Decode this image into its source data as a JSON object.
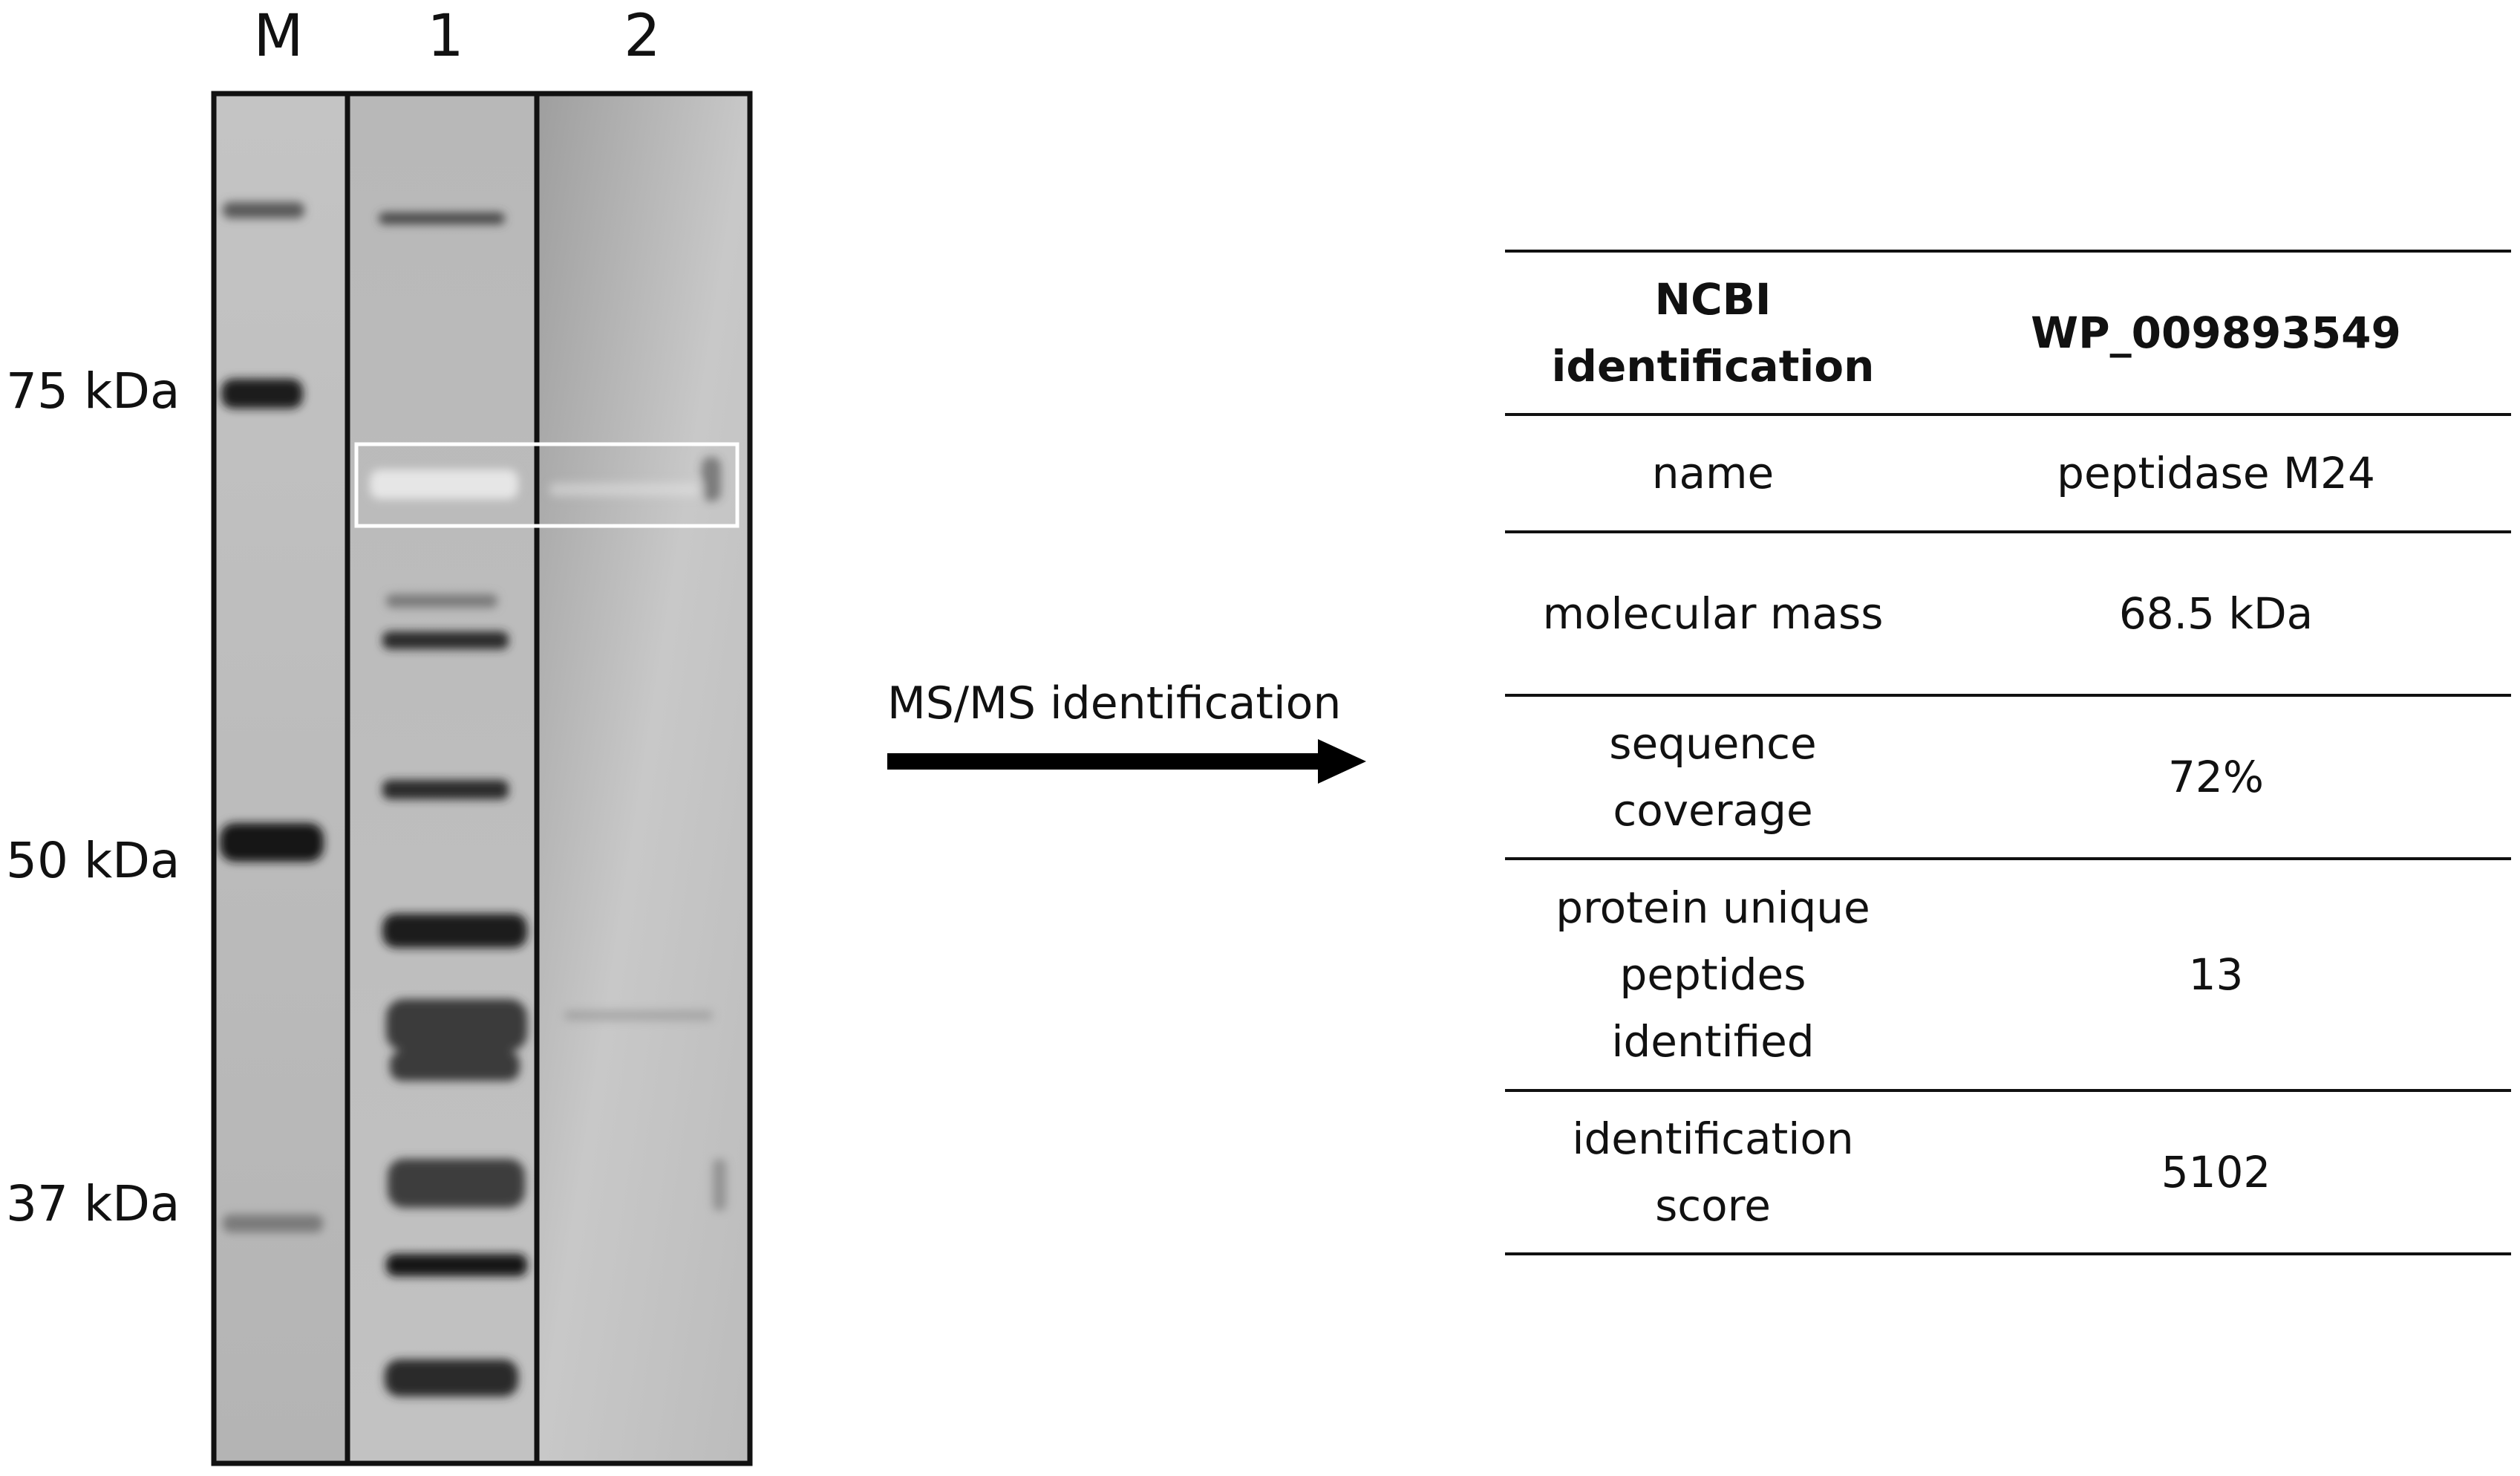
{
  "lanes": {
    "marker": "M",
    "lane1": "1",
    "lane2": "2"
  },
  "mw_markers": [
    "75 kDa",
    "50 kDa",
    "37 kDa"
  ],
  "arrow_label": "MS/MS identification",
  "table": {
    "header": {
      "key": "NCBI identification",
      "value": "WP_009893549"
    },
    "rows": [
      {
        "key": "name",
        "value": "peptidase M24"
      },
      {
        "key": "molecular mass",
        "value": "68.5 kDa"
      },
      {
        "key": "sequence coverage",
        "value": "72%"
      },
      {
        "key": "protein unique peptides identified",
        "value": "13"
      },
      {
        "key": "identification score",
        "value": "5102"
      }
    ]
  },
  "colors": {
    "gel_bg": "#bdbdbd",
    "band_dark": "#1a1a1a",
    "highlight_box": "#ffffff"
  }
}
